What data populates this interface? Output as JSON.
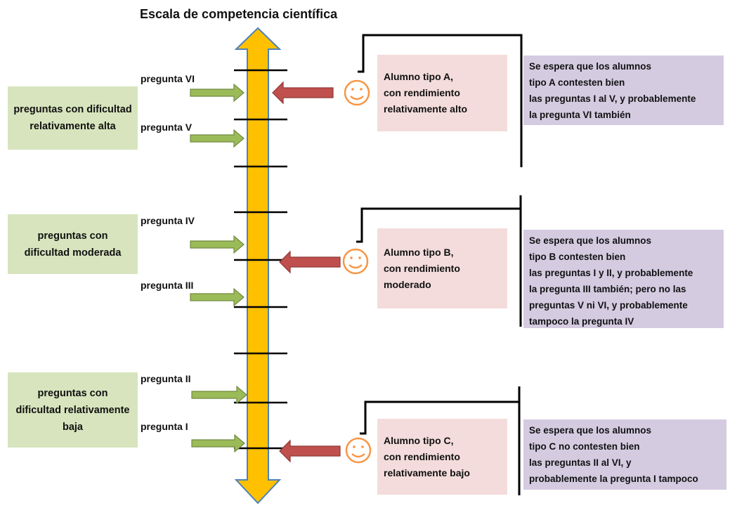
{
  "title": "Escala de competencia científica",
  "difficulty_groups": [
    {
      "id": "alta",
      "lines": [
        "preguntas con dificultad",
        "relativamente alta"
      ]
    },
    {
      "id": "moderada",
      "lines": [
        "preguntas con",
        "dificultad moderada"
      ]
    },
    {
      "id": "baja",
      "lines": [
        "preguntas con",
        "dificultad relativamente",
        "baja"
      ]
    }
  ],
  "questions": [
    {
      "id": "vi",
      "label": "pregunta VI"
    },
    {
      "id": "v",
      "label": "pregunta V"
    },
    {
      "id": "iv",
      "label": "pregunta IV"
    },
    {
      "id": "iii",
      "label": "pregunta III"
    },
    {
      "id": "ii",
      "label": "pregunta II"
    },
    {
      "id": "i",
      "label": "pregunta I"
    }
  ],
  "students": [
    {
      "id": "a",
      "lines": [
        "Alumno tipo A,",
        "con rendimiento",
        "relativamente alto"
      ]
    },
    {
      "id": "b",
      "lines": [
        "Alumno tipo  B,",
        "con rendimiento",
        "moderado"
      ]
    },
    {
      "id": "c",
      "lines": [
        "Alumno tipo  C,",
        "con rendimiento",
        "relativamente bajo"
      ]
    }
  ],
  "expectations": [
    {
      "id": "a",
      "lines": [
        "Se espera que los alumnos",
        "tipo A contesten bien",
        "las preguntas I al V, y probablemente",
        "la pregunta VI también"
      ]
    },
    {
      "id": "b",
      "lines": [
        "Se espera que los alumnos",
        "tipo B contesten bien",
        "las preguntas I y II, y probablemente",
        "la pregunta III también; pero no las",
        "preguntas V ni VI, y probablemente",
        "tampoco la pregunta IV"
      ]
    },
    {
      "id": "c",
      "lines": [
        "Se espera que los alumnos",
        "tipo C no contesten bien",
        "las preguntas II al VI, y",
        "probablemente la pregunta I tampoco"
      ]
    }
  ],
  "colors": {
    "scale_fill": "#ffc000",
    "scale_stroke": "#4f81bd",
    "question_arrow": "#9bbb59",
    "question_arrow_stroke": "#71893f",
    "student_arrow": "#c0504d",
    "student_arrow_stroke": "#8c3836",
    "smiley": "#f79646",
    "green_box": "#d7e4bd",
    "pink_box": "#f3dcdb",
    "purple_box": "#d4cbe1"
  },
  "icons": [
    "smiley-icon"
  ]
}
